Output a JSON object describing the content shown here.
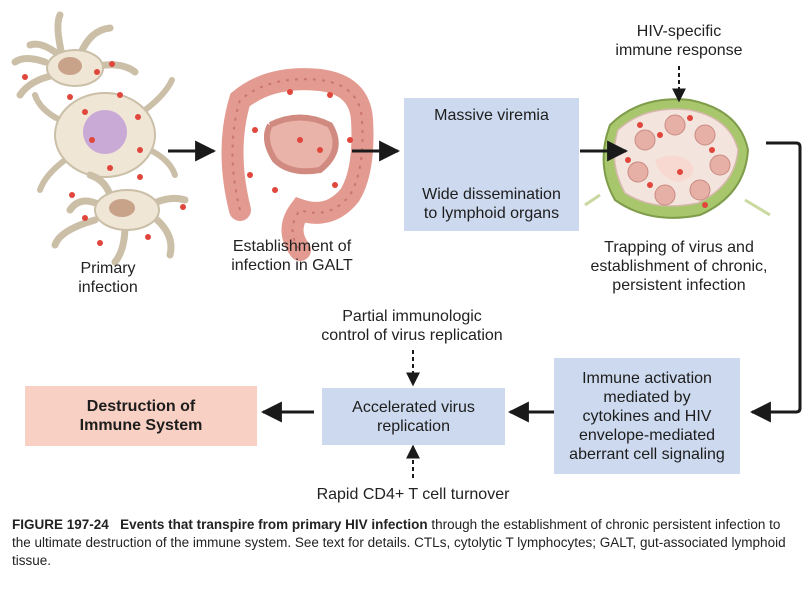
{
  "diagram": {
    "stages": {
      "primary_infection": "Primary\ninfection",
      "galt": "Establishment of\ninfection in GALT",
      "massive_viremia": "Massive viremia",
      "wide_dissemination": "Wide dissemination\nto lymphoid organs",
      "hiv_specific_response": "HIV-specific\nimmune response",
      "trapping": "Trapping of virus and\nestablishment of chronic,\npersistent infection",
      "immune_activation": "Immune activation\nmediated by\ncytokines and HIV\nenvelope-mediated\naberrant cell signaling",
      "partial_control": "Partial immunologic\ncontrol of virus replication",
      "accelerated_replication": "Accelerated virus\nreplication",
      "cd4_turnover": "Rapid CD4+ T cell turnover",
      "destruction": "Destruction of\nImmune System"
    }
  },
  "caption": {
    "figure_number": "FIGURE 197-24",
    "lead": "Events that transpire from primary HIV infection",
    "body": " through the establishment of chronic persistent infection to the ultimate destruction of the immune system. See text for details. CTLs, cytolytic T lymphocytes; GALT, gut-associated lymphoid tissue."
  },
  "colors": {
    "box_blue": "#ccd9ee",
    "box_pink": "#f8d0c4",
    "arrow": "#1a1a1a",
    "cell_body": "#efe6d6",
    "cell_nucleus": "#c9a9d6",
    "gut": "#e39a90",
    "node_green": "#a8c66c",
    "virus_dot": "#e0463c"
  },
  "icons": {
    "primary_cells": "dendritic-cell-illustration",
    "gut": "intestine-illustration",
    "lymph_node": "lymph-node-illustration"
  }
}
